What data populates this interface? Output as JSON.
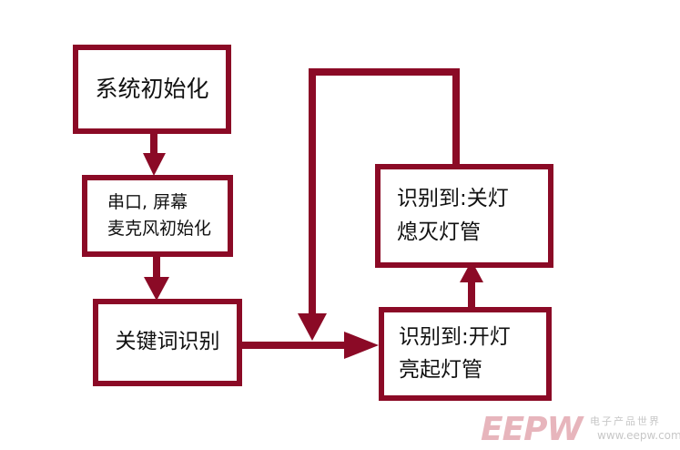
{
  "colors": {
    "accent": "#8b0a26",
    "text": "#111111",
    "background": "#ffffff"
  },
  "nodes": {
    "init": "系统初始化",
    "peripherals": "串口, 屏幕\n麦克风初始化",
    "keyword_recognition": "关键词识别",
    "light_off": "识别到:关灯\n熄灭灯管",
    "light_on": "识别到:开灯\n亮起灯管"
  },
  "watermark": {
    "logo": "EEPW",
    "site_name": "电子产品世界",
    "url": "www.eepw.com.cn"
  }
}
